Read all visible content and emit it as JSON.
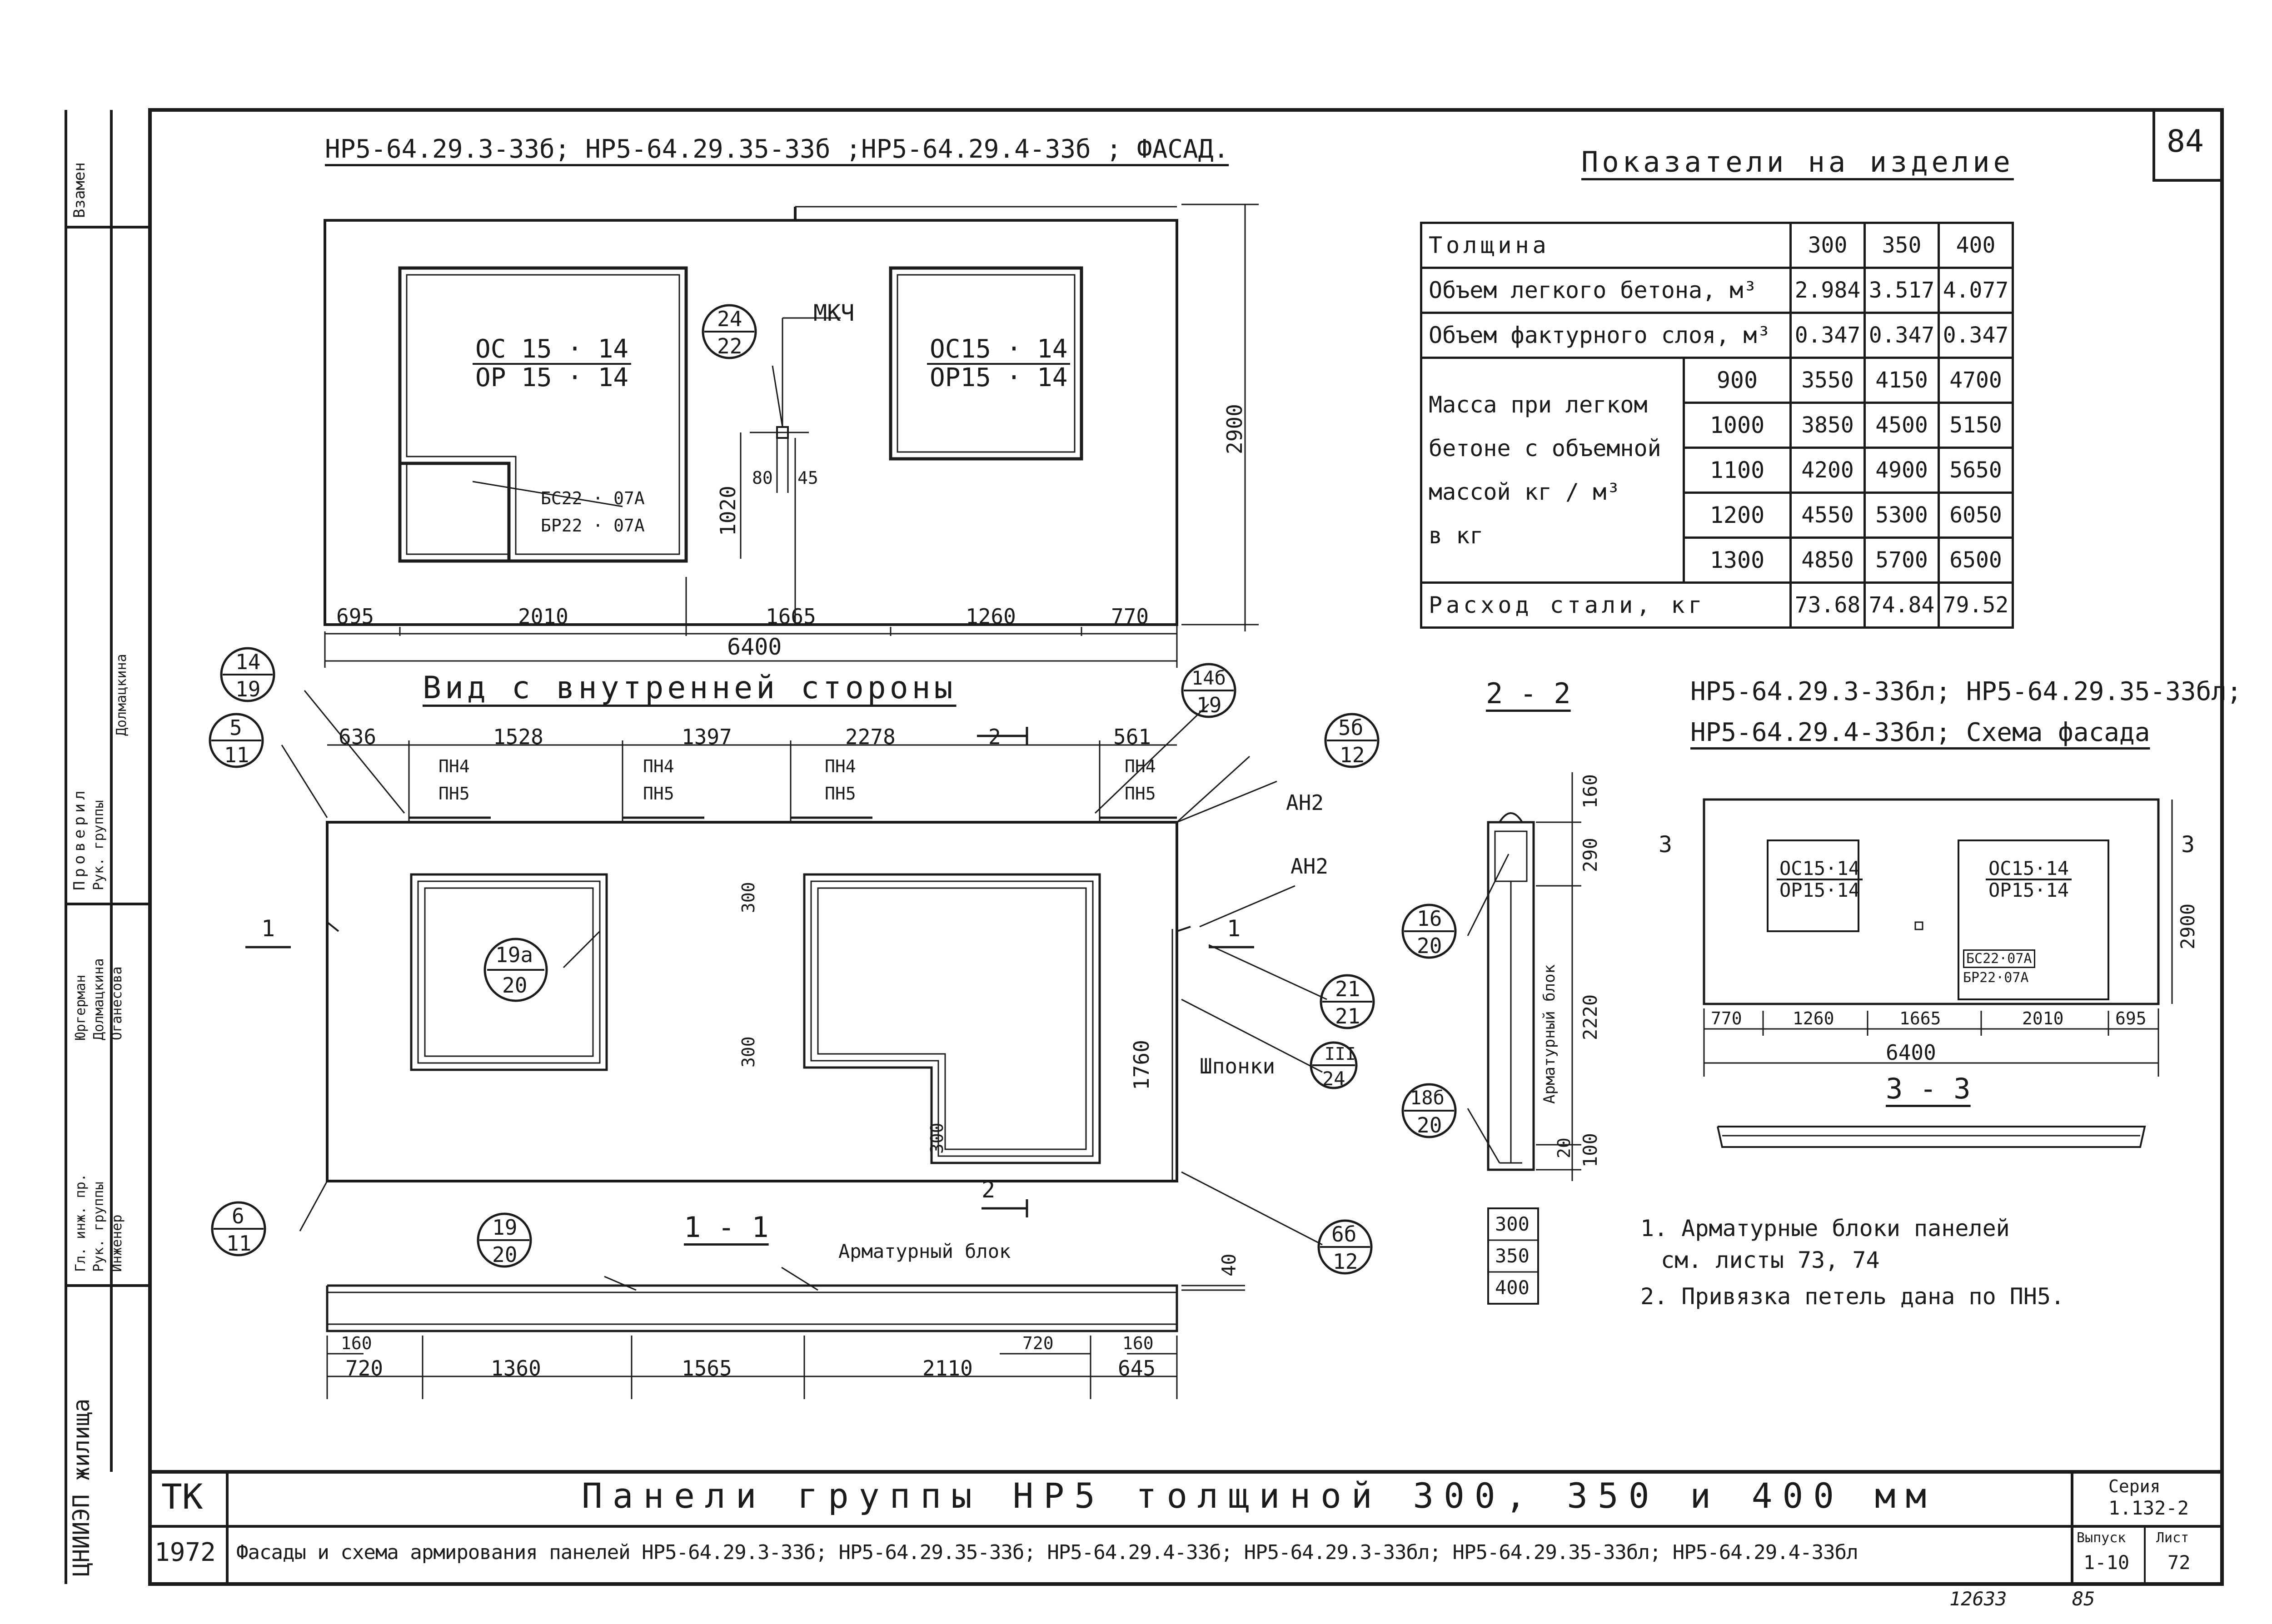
{
  "sheet_number": "84",
  "bottom_numbers": [
    "12633",
    "85"
  ],
  "facade_header": "НР5-64.29.3-33б; НР5-64.29.35-33б ;НР5-64.29.4-33б ; ФАСАД.",
  "indicators": {
    "title": "Показатели на изделие",
    "header_label": "Толщина",
    "thickness": [
      "300",
      "350",
      "400"
    ],
    "rows": [
      {
        "label": "Объем легкого бетона, м³",
        "values": [
          "2.984",
          "3.517",
          "4.077"
        ]
      },
      {
        "label": "Объем фактурного слоя, м³",
        "values": [
          "0.347",
          "0.347",
          "0.347"
        ]
      }
    ],
    "mass_label_lines": [
      "Масса при легком",
      "бетоне с объемной",
      "массой кг / м³",
      "в кг"
    ],
    "mass_rows": [
      {
        "density": "900",
        "values": [
          "3550",
          "4150",
          "4700"
        ]
      },
      {
        "density": "1000",
        "values": [
          "3850",
          "4500",
          "5150"
        ]
      },
      {
        "density": "1100",
        "values": [
          "4200",
          "4900",
          "5650"
        ]
      },
      {
        "density": "1200",
        "values": [
          "4550",
          "5300",
          "6050"
        ]
      },
      {
        "density": "1300",
        "values": [
          "4850",
          "5700",
          "6500"
        ]
      }
    ],
    "steel": {
      "label": "Расход стали, кг",
      "values": [
        "73.68",
        "74.84",
        "79.52"
      ]
    }
  },
  "facade": {
    "win1_top": "ОС 15 · 14",
    "win1_bottom": "ОР 15 · 14",
    "door_top": "БС22 · 07А",
    "door_bottom": "БР22 · 07А",
    "win2_top": "ОС15 · 14",
    "win2_bottom": "ОР15 · 14",
    "callout_top": "24",
    "callout_bottom": "22",
    "mkch": "МКЧ",
    "dim_80": "80",
    "dim_45": "45",
    "dim_1020": "1020",
    "dim_2900": "2900",
    "dims_bottom": [
      "695",
      "2010",
      "1665",
      "1260",
      "770"
    ],
    "dim_total": "6400"
  },
  "inner_view": {
    "title": "Вид с внутренней стороны",
    "dims_top": [
      "636",
      "1528",
      "1397",
      "2278",
      "561"
    ],
    "loops": [
      "ПН4",
      "ПН5"
    ],
    "mark_2": "2",
    "callouts": [
      {
        "top": "14",
        "bottom": "19"
      },
      {
        "top": "5",
        "bottom": "11"
      },
      {
        "top": "14б",
        "bottom": "19"
      },
      {
        "top": "5б",
        "bottom": "12"
      },
      {
        "top": "19а",
        "bottom": "20"
      },
      {
        "top": "21",
        "bottom": "21"
      },
      {
        "top": "6",
        "bottom": "11"
      },
      {
        "top": "6б",
        "bottom": "12"
      }
    ],
    "an2": "АН2",
    "mark_1": "1",
    "dim_300": "300",
    "dim_1760": "1760",
    "shponki": "Шпонки",
    "shponki_callout_top": "III",
    "shponki_callout_bottom": "24"
  },
  "section_1_1": {
    "title": "1 - 1",
    "callout_top": "19",
    "callout_bottom": "20",
    "armature_label": "Арматурный блок",
    "dim_40": "40",
    "dims_small": [
      "160",
      "720",
      "160"
    ],
    "dims_bottom": [
      "720",
      "1360",
      "1565",
      "2110",
      "645"
    ]
  },
  "section_2_2": {
    "title": "2 - 2",
    "dims_right": [
      "160",
      "290",
      "2220",
      "20",
      "100"
    ],
    "armature_label": "Арматурный блок",
    "callout1_top": "16",
    "callout1_bottom": "20",
    "callout2_top": "18б",
    "callout2_bottom": "20",
    "thickness_list": [
      "300",
      "350",
      "400"
    ]
  },
  "scheme": {
    "title_line1": "НР5-64.29.3-33бл; НР5-64.29.35-33бл;",
    "title_line2": "НР5-64.29.4-33бл; Схема фасада",
    "mark_3": "3",
    "win1_top": "ОС15·14",
    "win1_bottom": "ОР15·14",
    "win2_top": "ОС15·14",
    "win2_bottom": "ОР15·14",
    "door_top": "БС22·07А",
    "door_bottom": "БР22·07А",
    "dim_2900": "2900",
    "dims_bottom": [
      "770",
      "1260",
      "1665",
      "2010",
      "695"
    ],
    "dim_total": "6400",
    "section_title": "3 - 3"
  },
  "notes": [
    "1. Арматурные блоки панелей",
    "см. листы 73, 74",
    "2. Привязка петель дана по ПН5."
  ],
  "title_block": {
    "tk": "ТК",
    "year": "1972",
    "main_title": "Панели группы НР5 толщиной 300, 350 и 400 мм",
    "subtitle": "Фасады и схема армирования панелей НР5-64.29.3-33б; НР5-64.29.35-33б; НР5-64.29.4-33б; НР5-64.29.3-33бл; НР5-64.29.35-33бл; НР5-64.29.4-33бл",
    "series_label": "Серия",
    "series_value": "1.132-2",
    "issue_label": "Выпуск",
    "issue_value": "1-10",
    "sheet_label": "Лист",
    "sheet_value": "72",
    "org": "ЦНИИЭП жилища",
    "side_labels": [
      "Взамен",
      "Гл. инж. пр.",
      "Рук. группы",
      "Инженер"
    ],
    "people": [
      "Юргерман",
      "Долмацкина",
      "Оганесова"
    ],
    "checked": "Проверил",
    "checked_names": [
      "Рук. группы",
      "Долмацкина"
    ]
  }
}
